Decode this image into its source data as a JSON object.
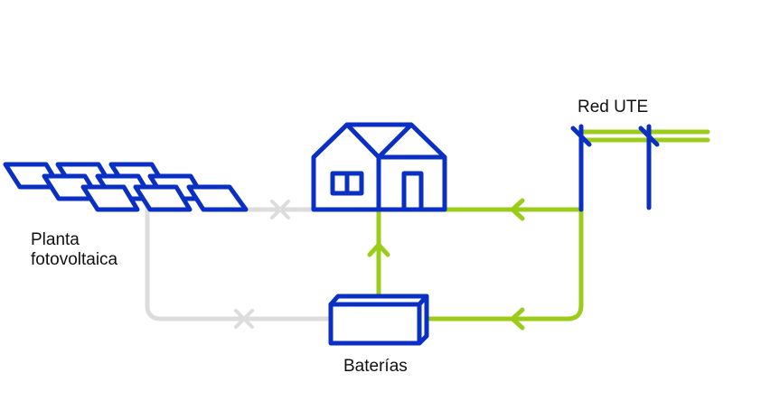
{
  "labels": {
    "solar_plant": [
      "Planta",
      "fotovoltaica"
    ],
    "grid": "Red UTE",
    "batteries": "Baterías"
  },
  "colors": {
    "blue": "#0a2fc4",
    "green": "#9ccc1a",
    "gray": "#dcdcdc",
    "text": "#111111",
    "background": "#ffffff"
  },
  "icons": [
    "moon-icon",
    "solar-panels-icon",
    "house-icon",
    "power-pole-icon",
    "battery-icon",
    "arrow-icon",
    "cross-icon"
  ],
  "flows": [
    {
      "from": "grid",
      "to": "house",
      "state": "active"
    },
    {
      "from": "grid",
      "to": "batteries",
      "state": "active"
    },
    {
      "from": "batteries",
      "to": "house",
      "state": "active"
    },
    {
      "from": "solar_plant",
      "to": "house",
      "state": "inactive"
    },
    {
      "from": "solar_plant",
      "to": "batteries",
      "state": "inactive"
    }
  ]
}
